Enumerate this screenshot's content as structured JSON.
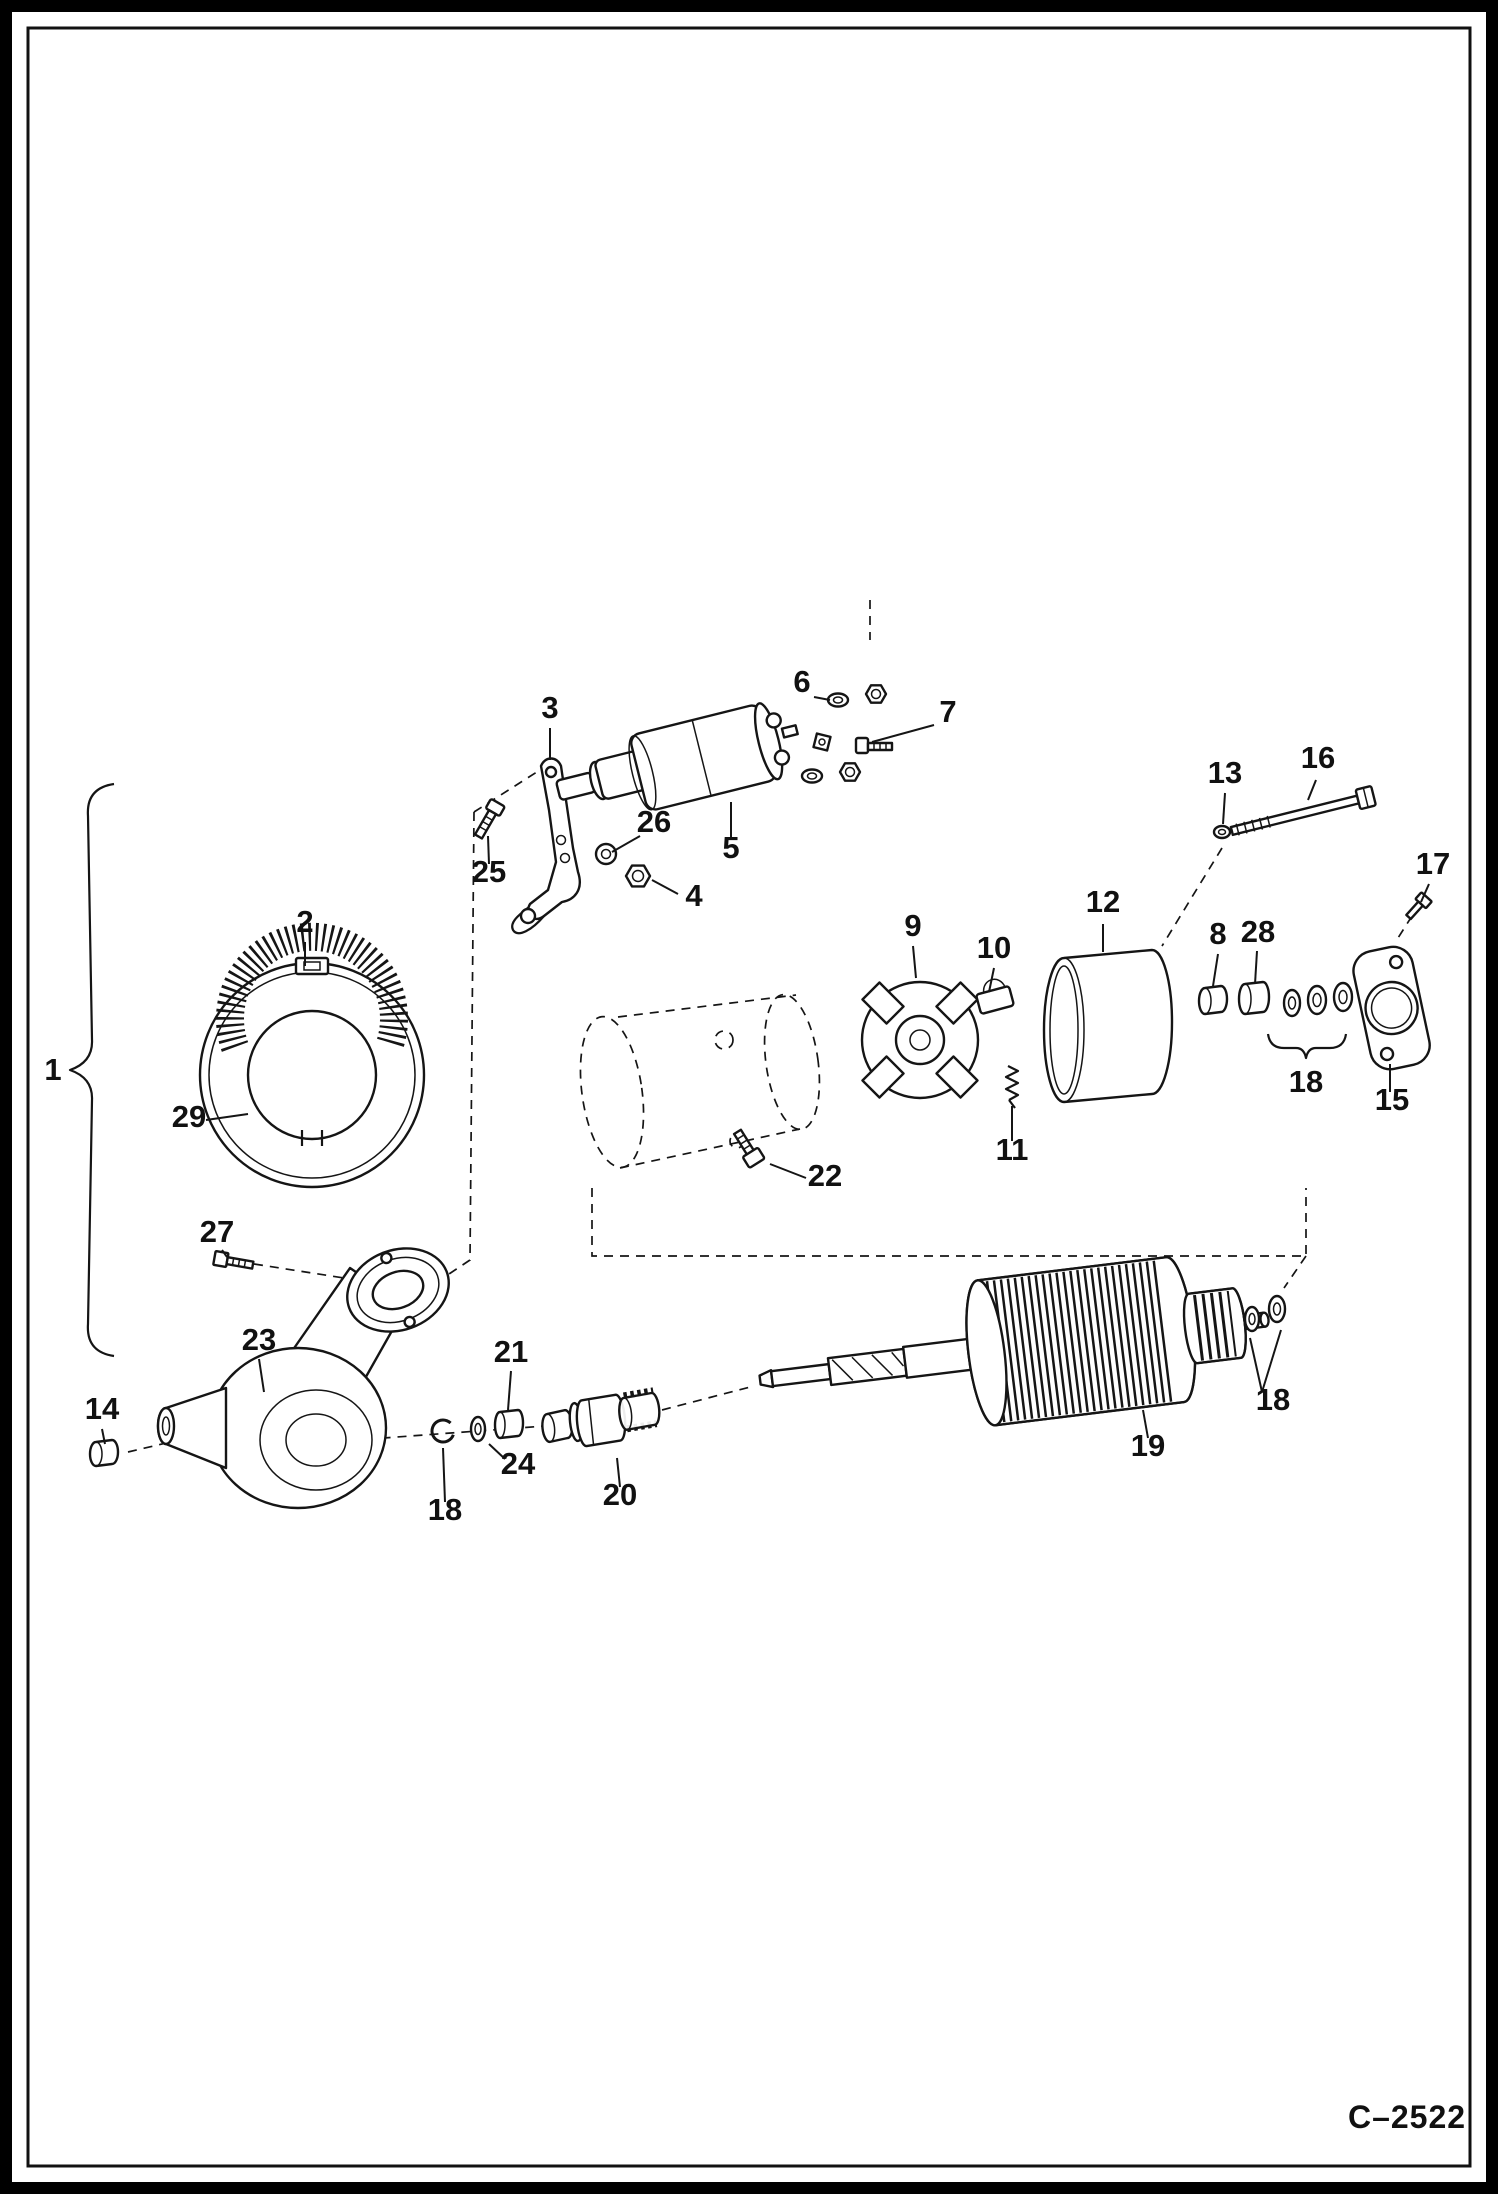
{
  "figure": {
    "code": "C–2522"
  },
  "callouts": [
    {
      "label": "1"
    },
    {
      "label": "2"
    },
    {
      "label": "3"
    },
    {
      "label": "4"
    },
    {
      "label": "5"
    },
    {
      "label": "6"
    },
    {
      "label": "7"
    },
    {
      "label": "8"
    },
    {
      "label": "9"
    },
    {
      "label": "10"
    },
    {
      "label": "11"
    },
    {
      "label": "12"
    },
    {
      "label": "13"
    },
    {
      "label": "14"
    },
    {
      "label": "15"
    },
    {
      "label": "16"
    },
    {
      "label": "17"
    },
    {
      "label": "18"
    },
    {
      "label": "18"
    },
    {
      "label": "18"
    },
    {
      "label": "19"
    },
    {
      "label": "20"
    },
    {
      "label": "21"
    },
    {
      "label": "22"
    },
    {
      "label": "23"
    },
    {
      "label": "24"
    },
    {
      "label": "25"
    },
    {
      "label": "26"
    },
    {
      "label": "27"
    },
    {
      "label": "28"
    },
    {
      "label": "29"
    }
  ]
}
